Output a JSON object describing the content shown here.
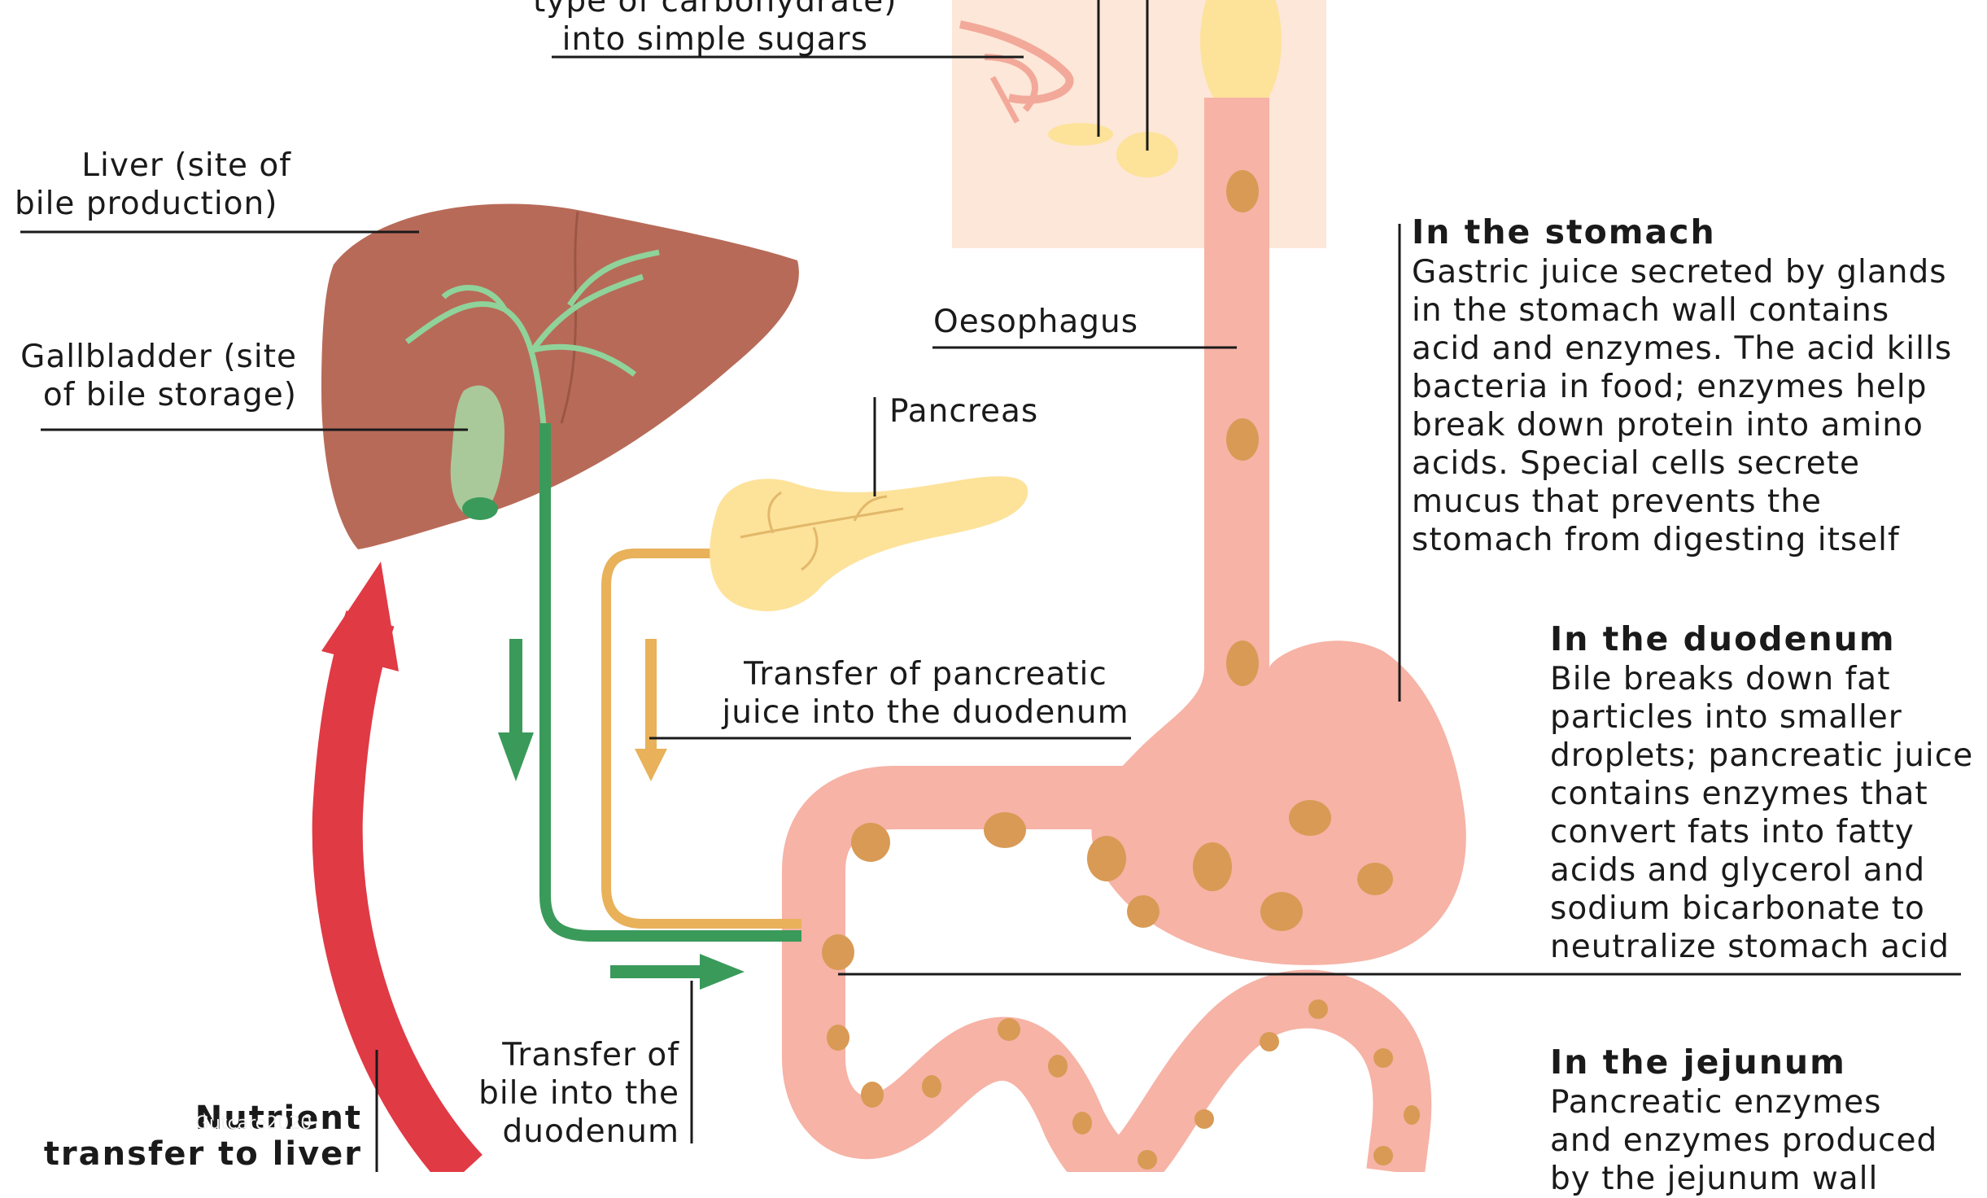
{
  "labels": {
    "salivary_line1": "type of carbohydrate)",
    "salivary_line2": "into simple sugars",
    "liver_line1": "Liver (site of",
    "liver_line2": "bile production)",
    "gallbladder_line1": "Gallbladder (site",
    "gallbladder_line2": "of bile storage)",
    "oesophagus": "Oesophagus",
    "pancreas": "Pancreas",
    "pancreatic_transfer_line1": "Transfer of pancreatic",
    "pancreatic_transfer_line2": "juice into the duodenum",
    "bile_transfer_line1": "Transfer of",
    "bile_transfer_line2": "bile into the",
    "bile_transfer_line3": "duodenum",
    "nutrient_line1": "Nutrient",
    "nutrient_line2": "transfer to liver",
    "watermark": "Gutcare2020"
  },
  "stomach": {
    "heading": "In the stomach",
    "lines": [
      "Gastric juice secreted by glands",
      "in the stomach wall contains",
      "acid and enzymes. The acid kills",
      "bacteria in food; enzymes help",
      "break down protein into amino",
      "acids. Special cells secrete",
      "mucus that prevents the",
      "stomach from digesting itself"
    ]
  },
  "duodenum": {
    "heading": "In the duodenum",
    "lines": [
      "Bile breaks down fat",
      "particles into smaller",
      "droplets; pancreatic juice",
      "contains enzymes that",
      "convert fats into fatty",
      "acids and glycerol and",
      "sodium bicarbonate to",
      "neutralize stomach acid"
    ]
  },
  "jejunum": {
    "heading": "In the jejunum",
    "lines": [
      "Pancreatic enzymes",
      "and enzymes produced",
      "by the jejunum wall"
    ]
  },
  "colors": {
    "liver": "#b86a58",
    "gallbladder": "#a9c99a",
    "bile_duct": "#3a9a5a",
    "pancreas": "#fde29a",
    "pancreatic_duct": "#e8b15a",
    "gut": "#f6b3a6",
    "gut_spots": "#d99a55",
    "nutrient_arrow": "#e03a45",
    "head_panel": "#fde7d8"
  }
}
